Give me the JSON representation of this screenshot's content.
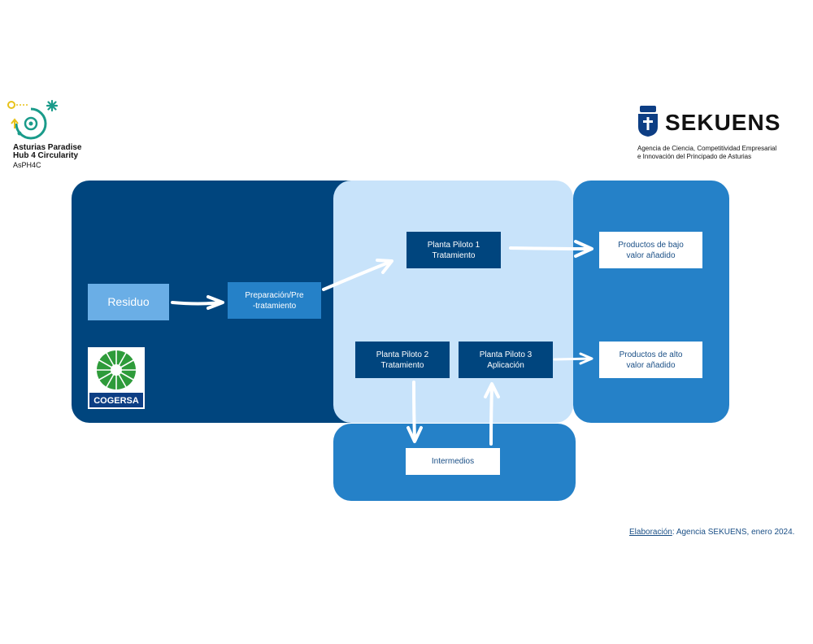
{
  "logos": {
    "asph4c": {
      "line1": "Asturias Paradise",
      "line2": "Hub 4 Circularity",
      "line3": "AsPH4C"
    },
    "sekuens": {
      "name": "SEKUENS",
      "tagline1": "Agencia de Ciencia, Competitividad Empresarial",
      "tagline2": "e Innovación del Principado de Asturias"
    },
    "cogersa": {
      "name": "COGERSA"
    }
  },
  "diagram": {
    "residuo": "Residuo",
    "preparacion": "Preparación/Pre\n-tratamiento",
    "planta1": "Planta Piloto 1\nTratamiento",
    "planta2": "Planta Piloto 2\nTratamiento",
    "planta3": "Planta Piloto 3\nAplicación",
    "productos_bajo": "Productos de bajo\nvalor añadido",
    "productos_alto": "Productos de alto\nvalor añadido",
    "intermedios": "Intermedios"
  },
  "credit": {
    "label": "Elaboración",
    "text": ": Agencia SEKUENS, enero 2024."
  },
  "colors": {
    "dark_blue": "#00457e",
    "mid_blue": "#2581c8",
    "light_blue": "#c8e3fa",
    "box_light": "#6aaee6",
    "text_blue": "#1a4f86",
    "asph4c_green": "#1a9b8a",
    "asph4c_yellow": "#e8c21a",
    "cogersa_green": "#2e9b3a"
  }
}
